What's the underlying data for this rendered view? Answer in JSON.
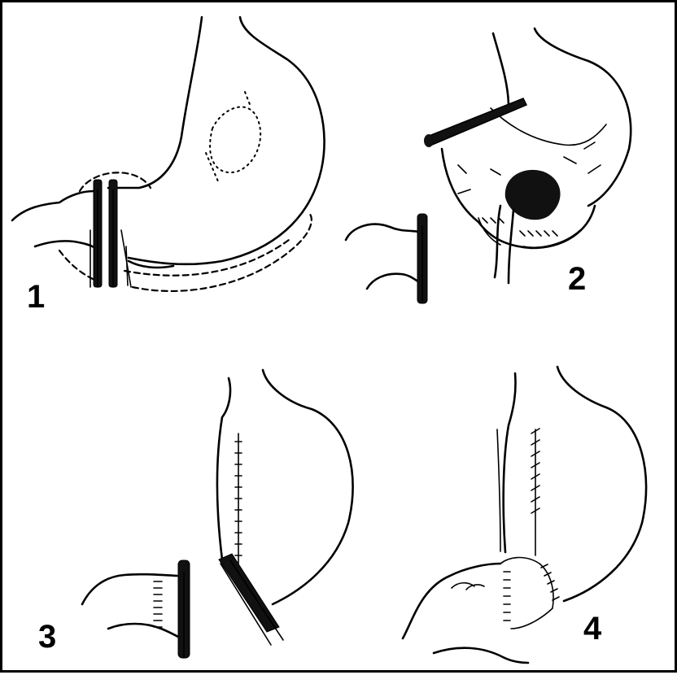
{
  "panels": [
    {
      "id": "1",
      "label": "1"
    },
    {
      "id": "2",
      "label": "2"
    },
    {
      "id": "3",
      "label": "3"
    },
    {
      "id": "4",
      "label": "4"
    }
  ],
  "colors": {
    "ink": "#000000",
    "background": "#ffffff"
  }
}
